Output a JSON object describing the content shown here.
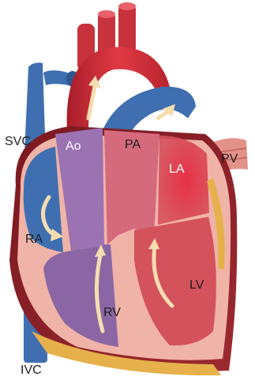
{
  "labels": {
    "svc": "SVC",
    "ao": "Ao",
    "pa": "PA",
    "la": "LA",
    "pv": "PV",
    "ra": "RA",
    "rv": "RV",
    "lv": "LV",
    "ivc": "IVC"
  },
  "colors": {
    "deoxygenated_blue": "#3f6fb0",
    "oxygenated_red": "#c8323c",
    "heart_outer": "#8b1e26",
    "myocardium_pink": "#f0b3a8",
    "right_chamber_purple": "#8a66a4",
    "left_chamber_red": "#d4525c",
    "flow_arrow": "#f5ddb0",
    "fat": "#e6b14a",
    "background": "#ffffff"
  }
}
